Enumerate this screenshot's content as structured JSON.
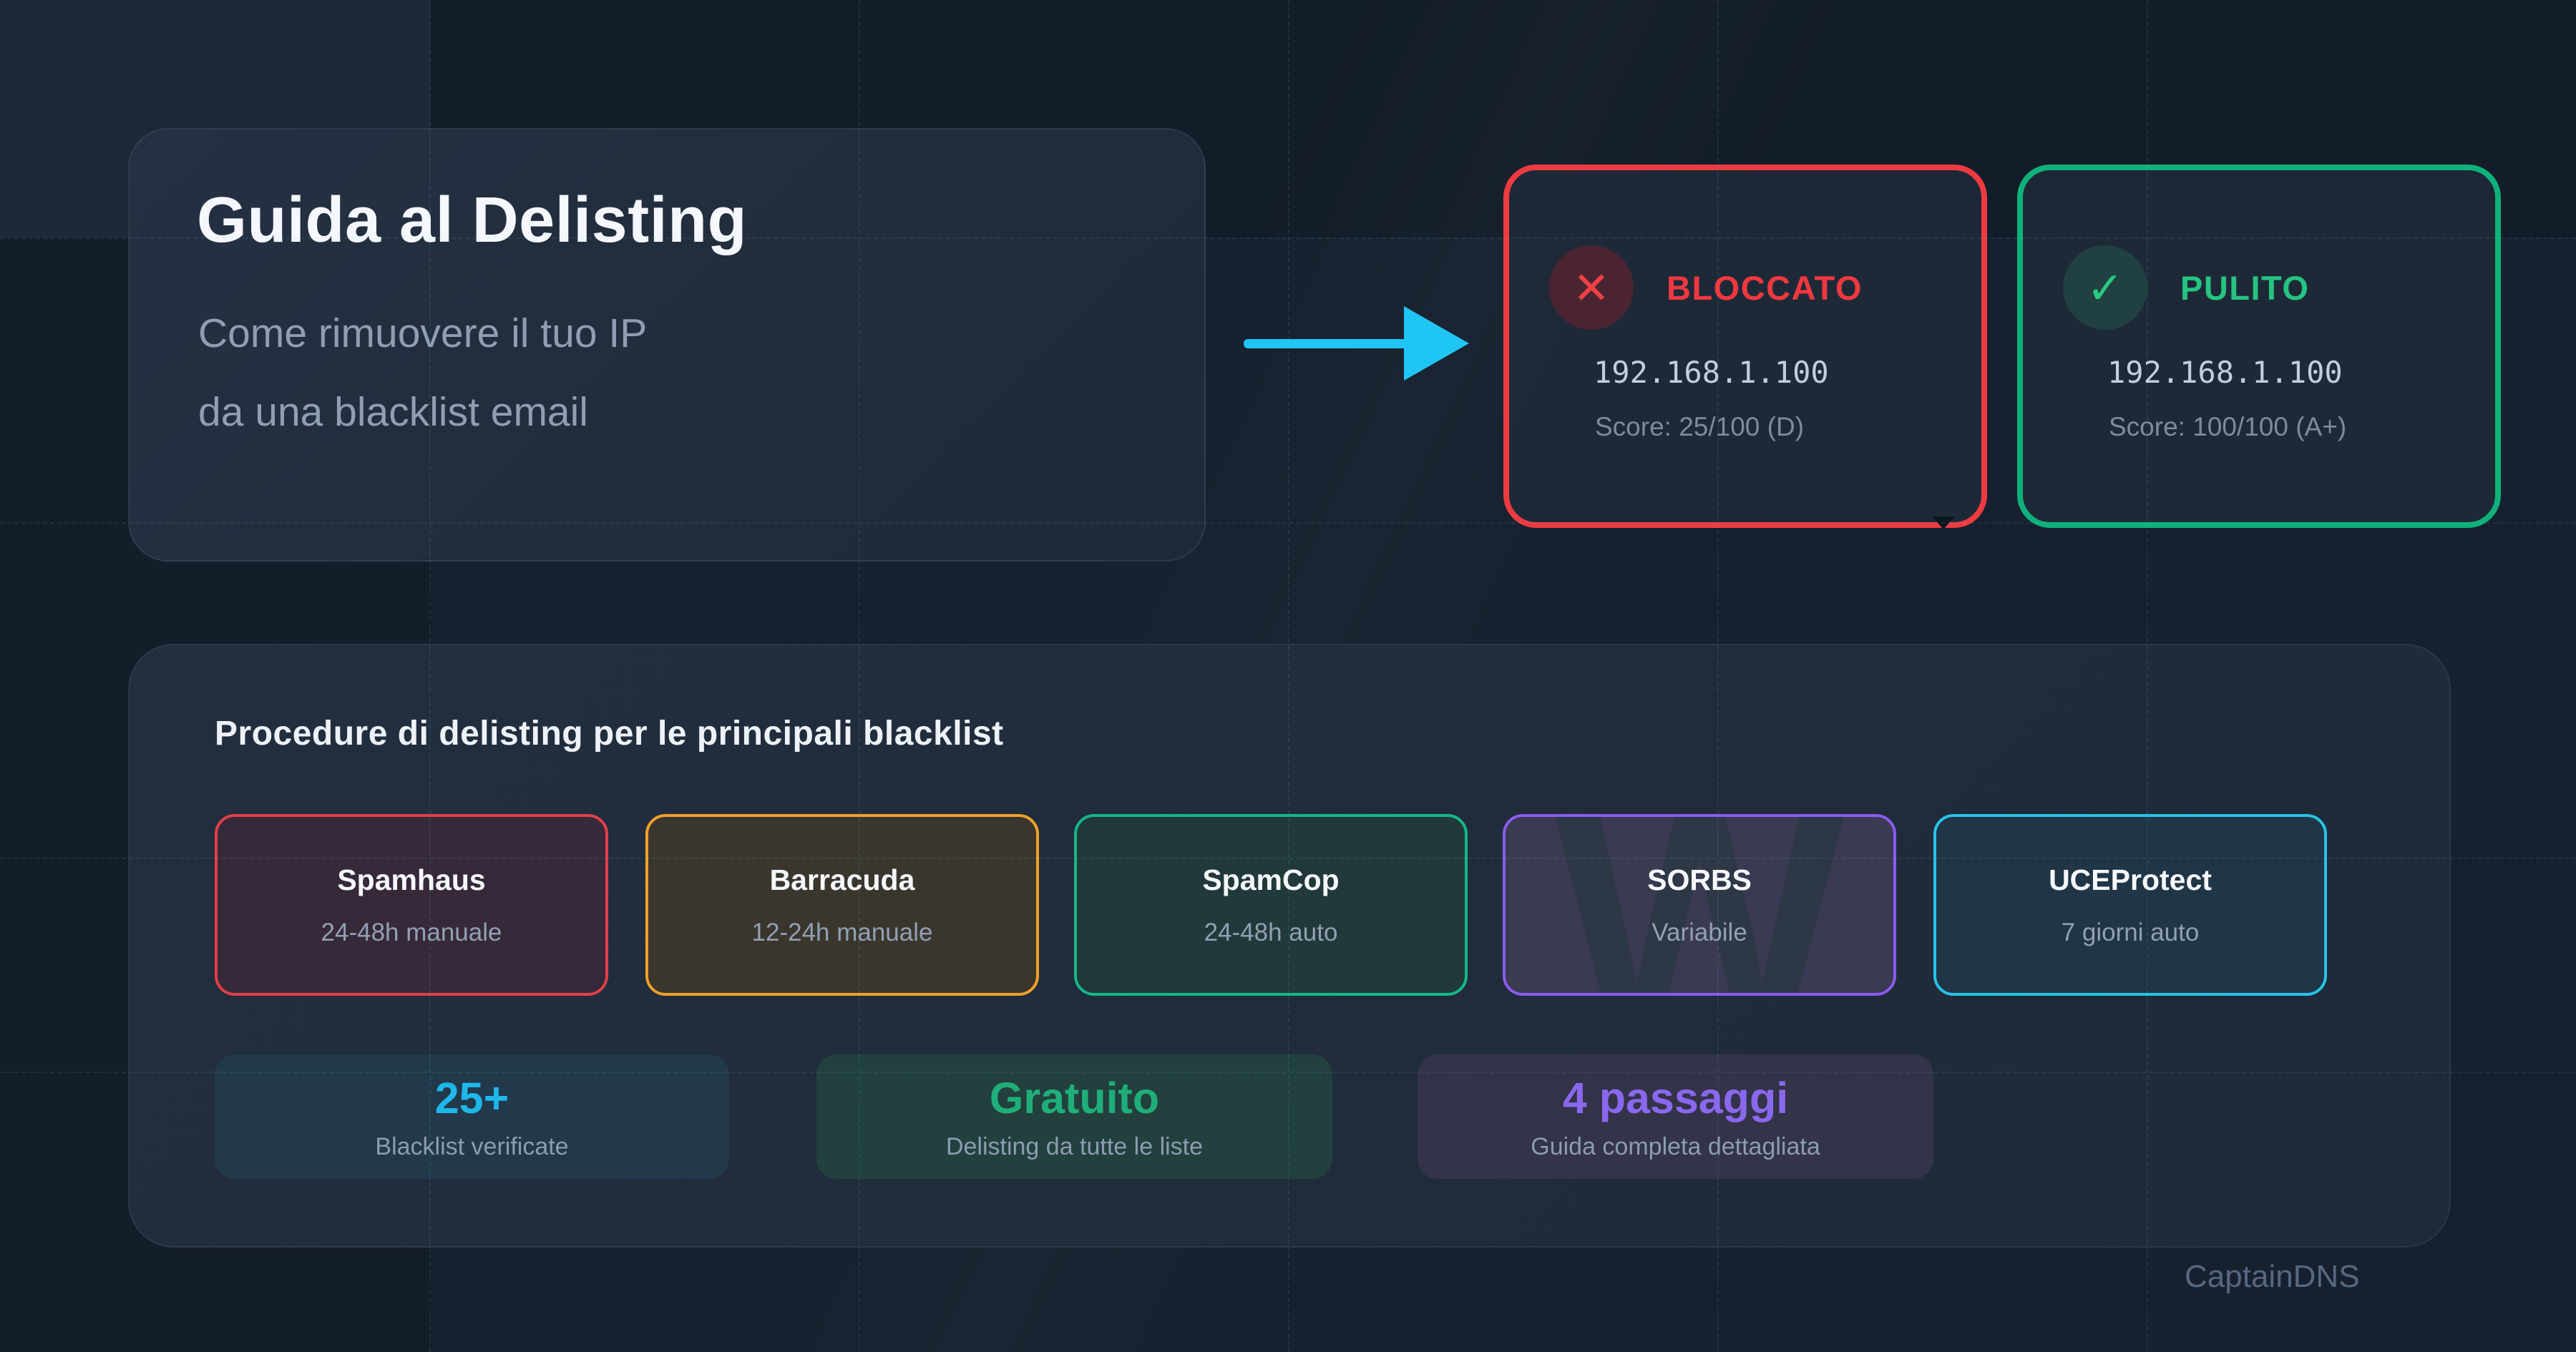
{
  "page": {
    "brand": "CaptainDNS"
  },
  "hero": {
    "title": "Guida al Delisting",
    "subtitle_line1": "Come rimuovere il tuo IP",
    "subtitle_line2": "da una blacklist email"
  },
  "status_cards": [
    {
      "id": "blocked",
      "icon": "✕",
      "label": "BLOCCATO",
      "ip": "192.168.1.100",
      "score": "Score: 25/100 (D)",
      "accent": "#ee3b41"
    },
    {
      "id": "clean",
      "icon": "✓",
      "label": "PULITO",
      "ip": "192.168.1.100",
      "score": "Score: 100/100 (A+)",
      "accent": "#10b07a"
    }
  ],
  "procedures": {
    "heading": "Procedure di delisting per le principali blacklist",
    "blacklists": [
      {
        "name": "Spamhaus",
        "time": "24-48h manuale",
        "accent": "#e0404a"
      },
      {
        "name": "Barracuda",
        "time": "12-24h manuale",
        "accent": "#f0a028"
      },
      {
        "name": "SpamCop",
        "time": "24-48h auto",
        "accent": "#15b787"
      },
      {
        "name": "SORBS",
        "time": "Variabile",
        "accent": "#8a5cf0",
        "watermark": "W"
      },
      {
        "name": "UCEProtect",
        "time": "7 giorni auto",
        "accent": "#27c3e8"
      }
    ],
    "stats": [
      {
        "value": "25+",
        "label": "Blacklist verificate",
        "color": "#1eb7ea"
      },
      {
        "value": "Gratuito",
        "label": "Delisting da tutte le liste",
        "color": "#1fae79"
      },
      {
        "value": "4 passaggi",
        "label": "Guida completa dettagliata",
        "color": "#8a68ee"
      }
    ]
  },
  "arrow_color": "#1fc6f3"
}
